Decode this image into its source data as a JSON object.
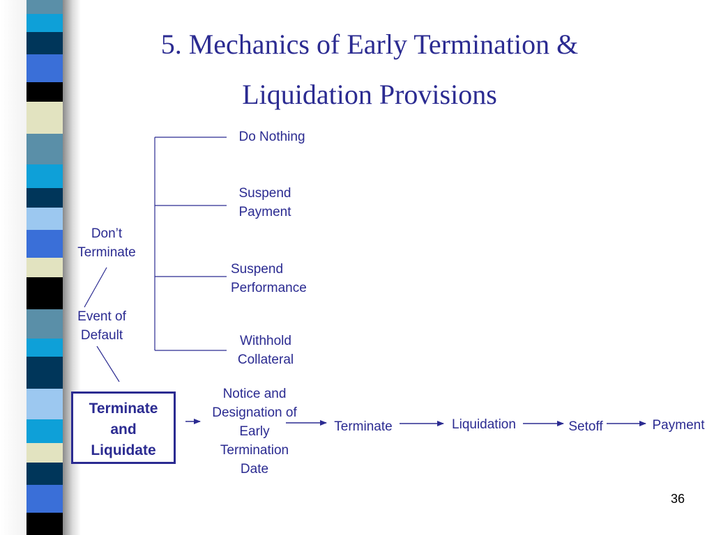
{
  "title_line1": "5. Mechanics of Early Termination &",
  "title_line2": "Liquidation Provisions",
  "event_of_default": [
    "Event of",
    "Default"
  ],
  "dont_terminate": [
    "Don’t",
    "Terminate"
  ],
  "options": {
    "do_nothing": [
      "Do Nothing"
    ],
    "suspend_payment": [
      "Suspend",
      "Payment"
    ],
    "suspend_performance": [
      "Suspend",
      "Performance"
    ],
    "withhold_collateral": [
      "Withhold",
      "Collateral"
    ]
  },
  "terminate_box": [
    "Terminate",
    "and",
    "Liquidate"
  ],
  "notice": [
    "Notice and",
    "Designation of",
    "Early",
    "Termination",
    "Date"
  ],
  "flow": {
    "terminate": "Terminate",
    "liquidation": "Liquidation",
    "setoff": "Setoff",
    "payment": "Payment"
  },
  "page_number": "36",
  "colors": {
    "text": "#2b2b91",
    "stripes": [
      "#1f3f8f",
      "#5a8fa8",
      "#00365a",
      "#3a6fd8",
      "#000000",
      "#e2e3c0",
      "#0ea0d8",
      "#9cc8f0"
    ]
  }
}
